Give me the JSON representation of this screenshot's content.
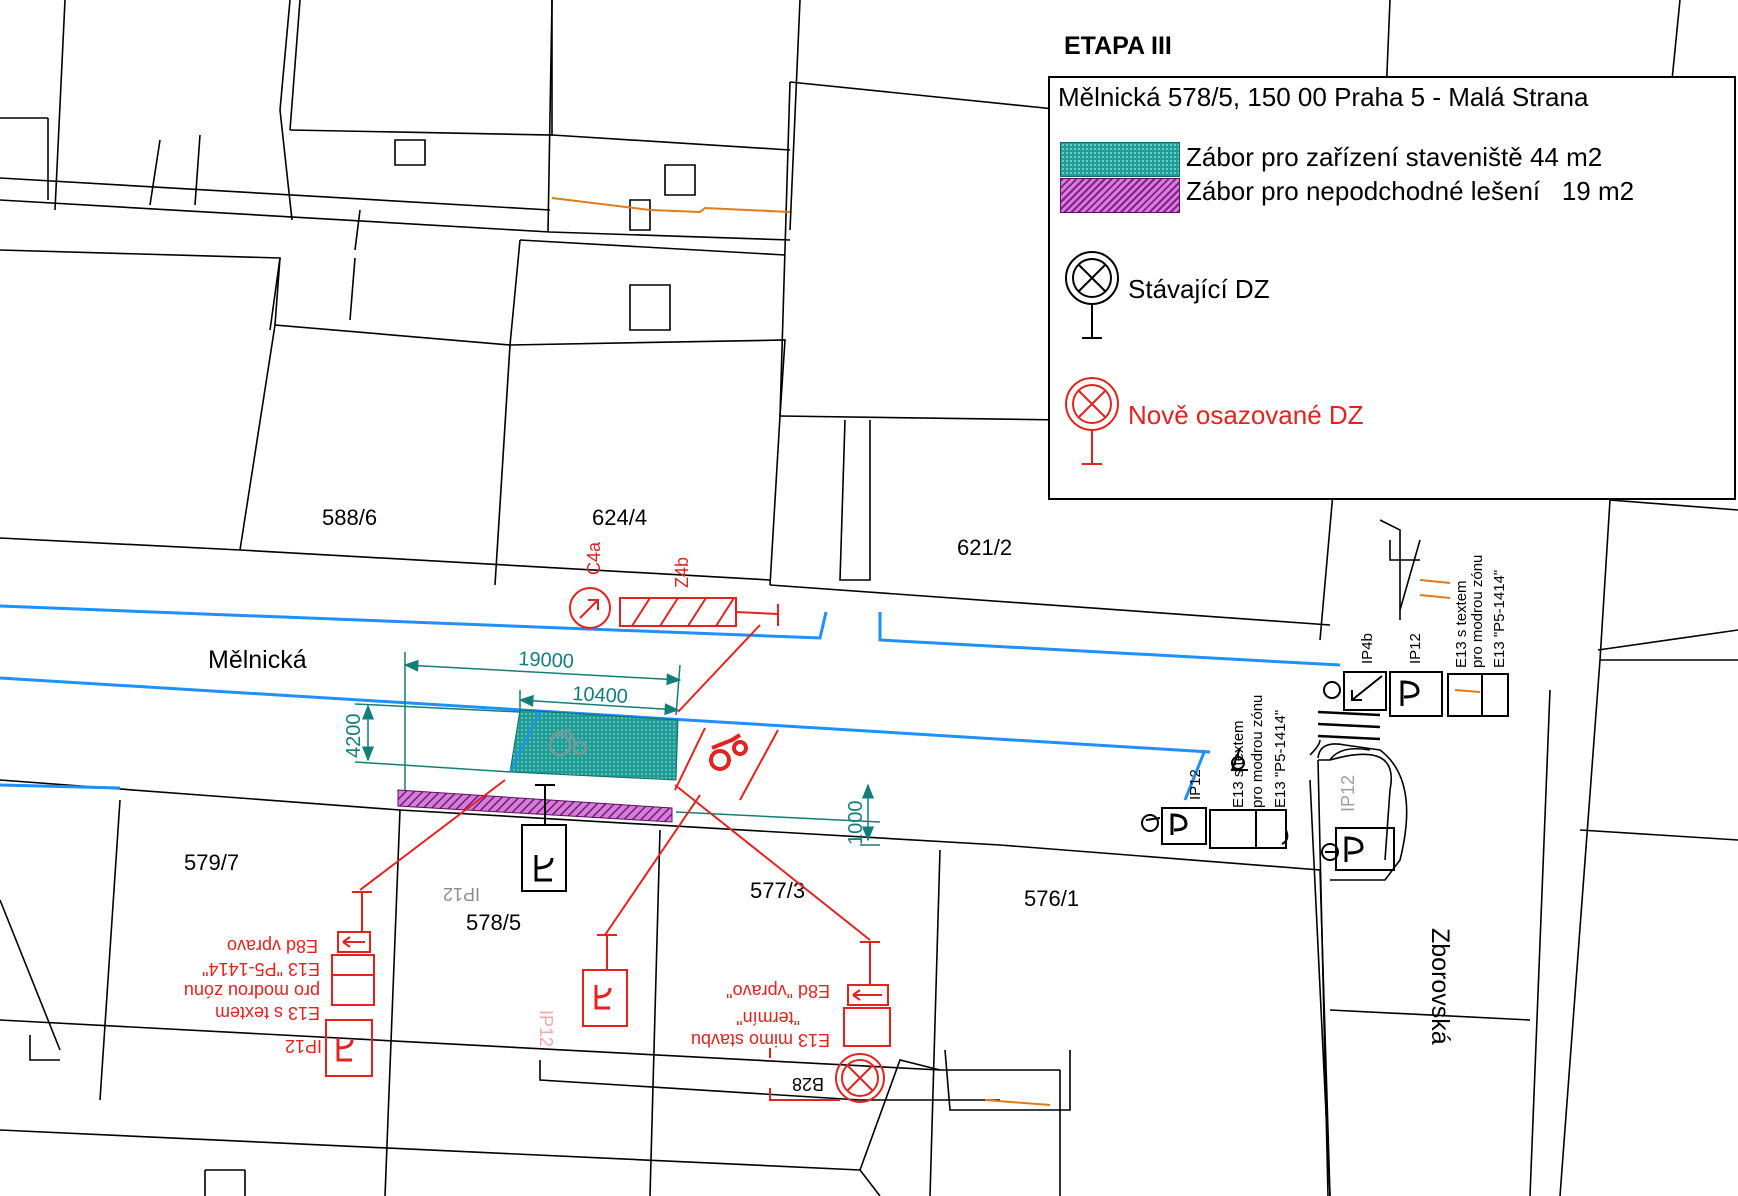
{
  "legend": {
    "title": "ETAPA III",
    "address": "Mělnická 578/5, 150 00 Praha 5 - Malá Strana",
    "items": [
      {
        "label": "Zábor pro zařízení staveniště 44 m2",
        "color": "#1f9c95"
      },
      {
        "label": "Zábor pro nepodchodné lešení   19 m2",
        "color": "#8a1a8f"
      },
      {
        "label": "Stávající DZ",
        "color": "#000000"
      },
      {
        "label": "Nově osazované DZ",
        "color": "#e4231f"
      }
    ]
  },
  "streets": {
    "melnicka": "Mělnická",
    "zborovska": "Zborovská"
  },
  "parcels": [
    "588/6",
    "624/4",
    "621/2",
    "579/7",
    "578/5",
    "577/3",
    "576/1"
  ],
  "dimensions": {
    "total_length": "19000",
    "occupied_length": "10400",
    "occupied_width": "4200",
    "scaffold_width": "1000"
  },
  "new_signs": {
    "c4a": "C4a",
    "z4b": "Z4b",
    "left_e8d": "E8d vpravo",
    "left_e13_l1": "E13 \"P5-1414\"",
    "left_e13_l2": "pro modrou zónu",
    "left_e13_l3": "E13 s textem",
    "left_ip12": "IP12",
    "mid_ip12": "IP12",
    "right_e8d": "E8d \"vpravo\"",
    "right_e13_l1": "\"termín\"",
    "right_e13_l2": "E13 mimo stavbu",
    "b28": "B28"
  },
  "existing_signs": {
    "center_ip12": "IP12",
    "ip12_a": "IP12",
    "e13_a_l1": "E13 s textem",
    "e13_a_l2": "pro modrou zónu",
    "e13_a_l3": "E13 \"P5-1414\"",
    "ip12_b": "IP12",
    "ip4b": "IP4b",
    "ip12_c": "IP12",
    "e13_c_l1": "E13 s textem",
    "e13_c_l2": "pro modrou zónu",
    "e13_c_l3": "E13 \"P5-1414\""
  },
  "colors": {
    "boundary": "#000000",
    "curb": "#1e90ff",
    "dimension": "#137d78",
    "new_sign": "#e4231f",
    "existing_sign": "#000000",
    "utility": "#e07b1a"
  }
}
